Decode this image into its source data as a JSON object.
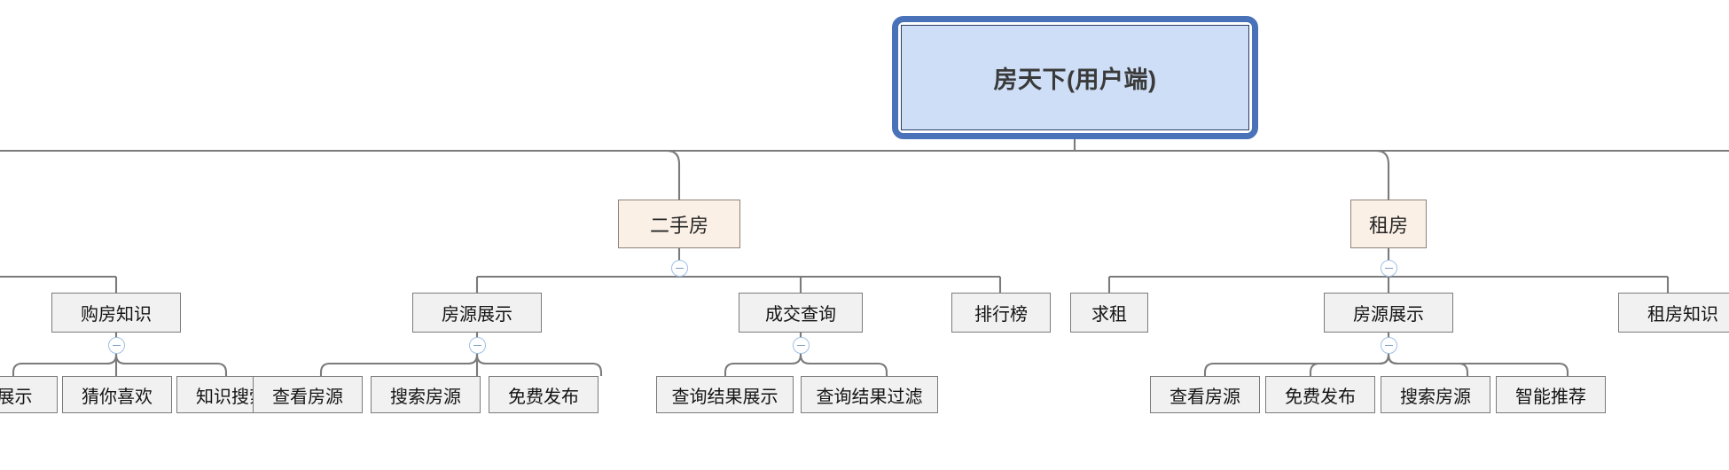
{
  "diagram": {
    "type": "mind-map-tree",
    "title": "房天下(用户端)",
    "colors": {
      "root_fill": "#CDDEF6",
      "root_selection_border": "#4A72B8",
      "level2_fill": "#FBF0E6",
      "level2_border": "#8F8279",
      "level3_fill": "#F1F1F1",
      "level3_border": "#7B7B7B",
      "edge": "#7b7b7b",
      "toggle_border": "#9FC0E6"
    }
  },
  "root": {
    "label": "房天下(用户端)",
    "selected": true
  },
  "branches": [
    {
      "label": "二手房",
      "collapsible": true,
      "children": [
        {
          "label": "房源展示",
          "collapsible": true,
          "children": [
            {
              "label": "查看房源"
            },
            {
              "label": "搜索房源"
            },
            {
              "label": "免费发布"
            }
          ]
        },
        {
          "label": "成交查询",
          "collapsible": true,
          "children": [
            {
              "label": "查询结果展示"
            },
            {
              "label": "查询结果过滤"
            }
          ]
        },
        {
          "label": "排行榜",
          "collapsible": false,
          "children": []
        }
      ]
    },
    {
      "label": "租房",
      "collapsible": true,
      "children": [
        {
          "label": "求租",
          "collapsible": false,
          "children": []
        },
        {
          "label": "房源展示",
          "collapsible": true,
          "children": [
            {
              "label": "查看房源"
            },
            {
              "label": "免费发布"
            },
            {
              "label": "搜索房源"
            },
            {
              "label": "智能推荐"
            }
          ]
        },
        {
          "label": "租房知识",
          "collapsible": false,
          "children": []
        }
      ]
    }
  ],
  "offscreen_left_branch": {
    "node": {
      "label": "购房知识",
      "collapsible": true
    },
    "children": [
      {
        "label": "展示"
      },
      {
        "label": "猜你喜欢"
      },
      {
        "label": "知识搜索"
      }
    ]
  }
}
